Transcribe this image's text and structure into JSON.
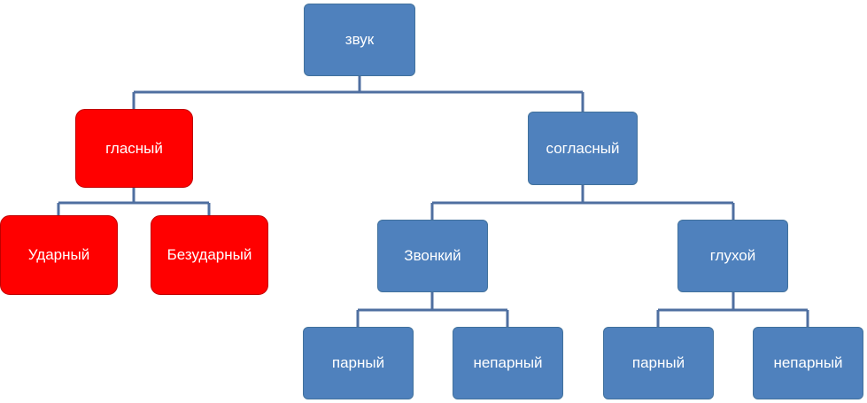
{
  "colors": {
    "blue_node": "#4f81bd",
    "red_node": "#ff0000",
    "connector": "#4f6fa0",
    "text": "#ffffff"
  },
  "nodes": {
    "root": "звук",
    "vowel": "гласный",
    "consonant": "согласный",
    "stressed": "Ударный",
    "unstressed": "Безударный",
    "voiced": "Звонкий",
    "voiceless": "глухой",
    "voiced_paired": "парный",
    "voiced_unpaired": "непарный",
    "voiceless_paired": "парный",
    "voiceless_unpaired": "непарный"
  }
}
